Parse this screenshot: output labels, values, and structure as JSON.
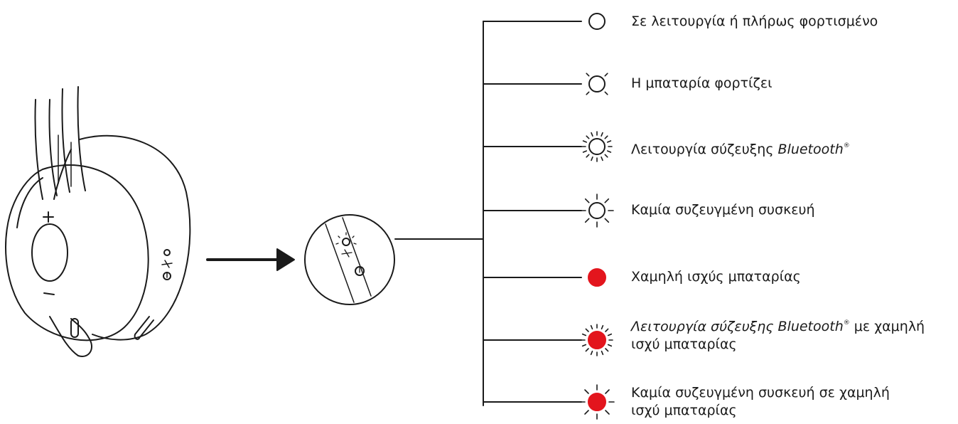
{
  "headset": {
    "volume_up_symbol": "+",
    "volume_down_symbol": "–",
    "status_icon": "led-ring-icon",
    "bluetooth_icon": "bluetooth-icon",
    "power_icon": "power-icon"
  },
  "indicator_colors": {
    "white_led_outline": "#1a1a1a",
    "red_led": "#e3151d"
  },
  "legend": [
    {
      "led": "solid-white",
      "text": "Σε λειτουργία ή πλήρως φορτισμένο"
    },
    {
      "led": "pulsing-white",
      "text": "Η μπαταρία φορτίζει"
    },
    {
      "led": "fast-blink-white",
      "text_plain": "Λειτουργία σύζευξης ",
      "text_italic": "Bluetooth",
      "mark": "®"
    },
    {
      "led": "blink-white",
      "text": "Καμία συζευγμένη συσκευή"
    },
    {
      "led": "solid-red",
      "text": "Χαμηλή ισχύς μπαταρίας"
    },
    {
      "led": "fast-blink-red",
      "text_italic": "Λειτουργία σύζευξης Bluetooth",
      "mark": "®",
      "line1_rest": " με χαμηλή",
      "line2": "ισχύ μπαταρίας"
    },
    {
      "led": "blink-red",
      "line1": "Καμία συζευγμένη συσκευή σε χαμηλή",
      "line2": "ισχύ μπαταρίας"
    }
  ]
}
